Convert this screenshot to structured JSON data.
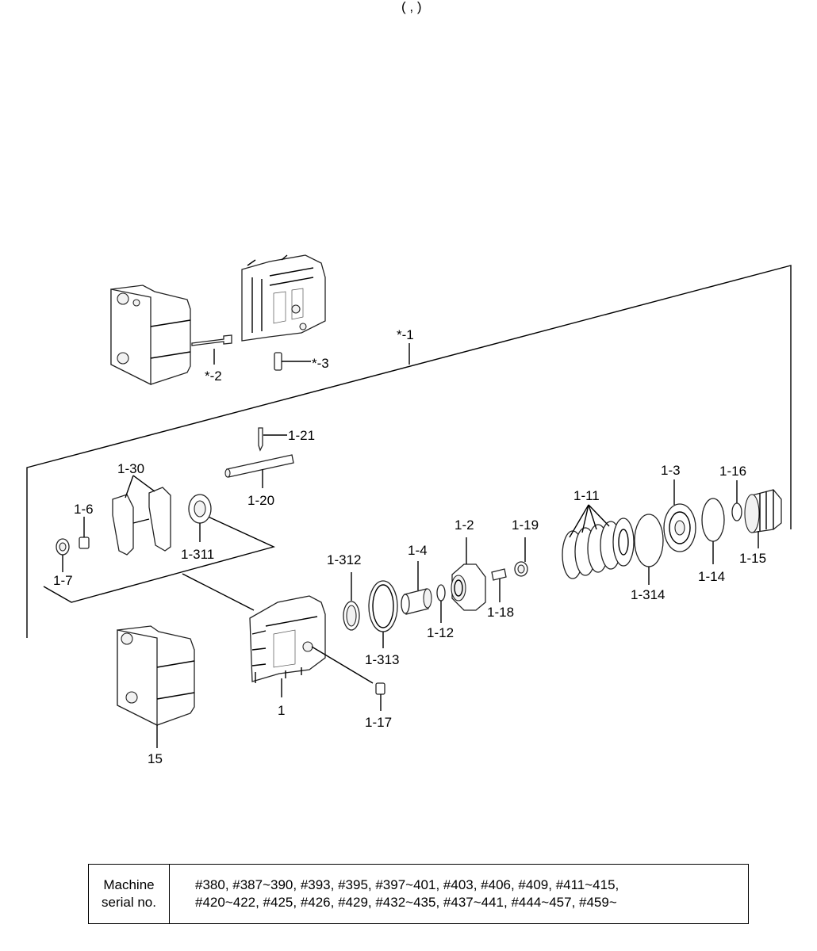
{
  "header_fragment": "(   ,   )",
  "labels": {
    "l_star1": "*-1",
    "l_star2": "*-2",
    "l_star3": "*-3",
    "l_121": "1-21",
    "l_120": "1-20",
    "l_130": "1-30",
    "l_16": "1-6",
    "l_17": "1-7",
    "l_1311": "1-311",
    "l_1312": "1-312",
    "l_1313": "1-313",
    "l_14": "1-4",
    "l_112": "1-12",
    "l_12": "1-2",
    "l_118": "1-18",
    "l_119": "1-19",
    "l_111": "1-11",
    "l_1314": "1-314",
    "l_13": "1-3",
    "l_114": "1-14",
    "l_116": "1-16",
    "l_115": "1-15",
    "l_117": "1-17",
    "l_1": "1",
    "l_15": "15"
  },
  "serial_table": {
    "header_line1": "Machine",
    "header_line2": "serial no.",
    "line1": "#380, #387~390, #393, #395, #397~401, #403, #406, #409, #411~415,",
    "line2": "#420~422, #425, #426, #429, #432~435, #437~441, #444~457, #459~"
  }
}
